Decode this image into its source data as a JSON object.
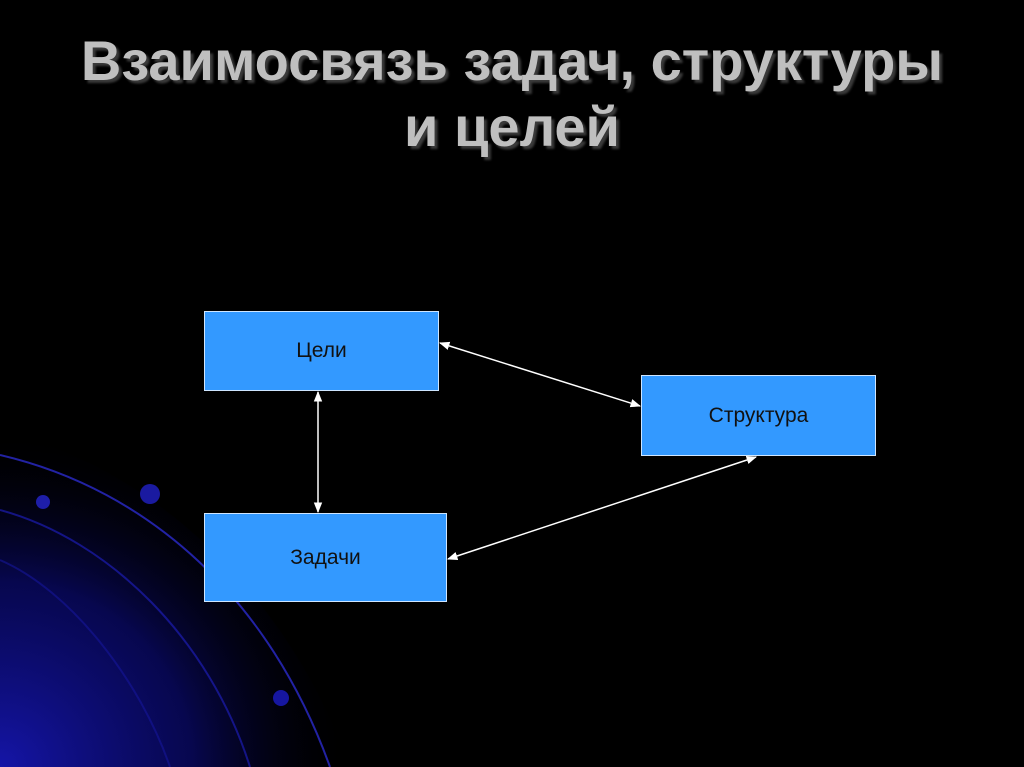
{
  "title": {
    "line1": "Взаимосвязь задач, структуры",
    "line2": "и целей"
  },
  "nodes": {
    "goals": "Цели",
    "structure": "Структура",
    "tasks": "Задачи"
  },
  "colors": {
    "background": "#000000",
    "title": "#bfbfbf",
    "node_fill": "#3399ff",
    "connector": "#ffffff",
    "decor_arc": "#1a1aa8"
  }
}
